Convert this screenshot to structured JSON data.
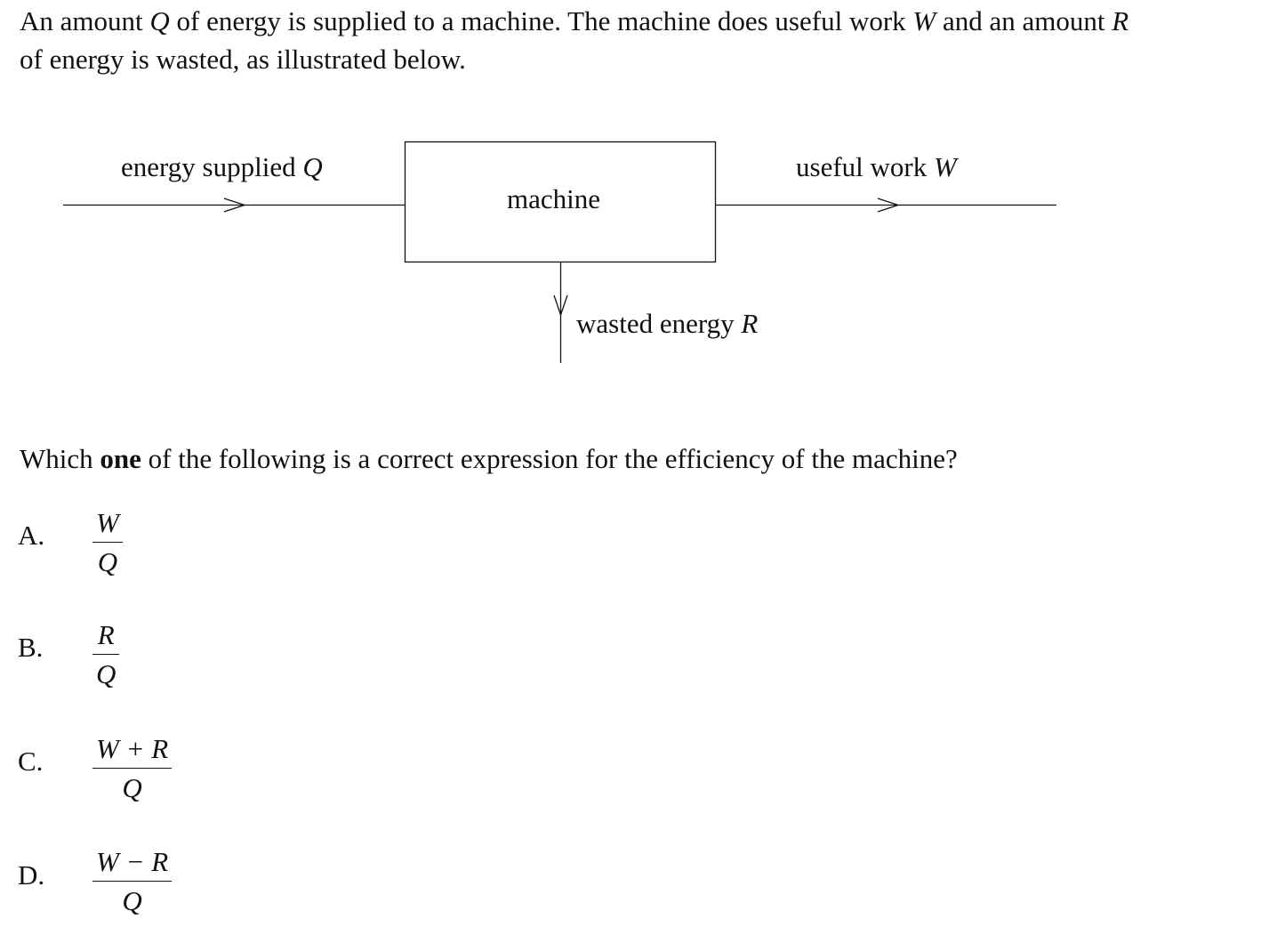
{
  "intro": {
    "line1_a": "An amount ",
    "Q": "Q",
    "line1_b": " of energy is supplied to a machine.  The machine does useful work ",
    "W": "W",
    "line1_c": " and an amount ",
    "R": "R",
    "line2": "of energy is wasted, as illustrated below."
  },
  "diagram": {
    "input_label": "energy supplied ",
    "input_var": "Q",
    "box_label": "machine",
    "output_label": "useful work ",
    "output_var": "W",
    "waste_label": "wasted energy ",
    "waste_var": "R"
  },
  "question": {
    "a": "Which ",
    "bold": "one",
    "b": " of the following is a correct expression for the efficiency of the machine?"
  },
  "options": [
    {
      "letter": "A.",
      "num": "W",
      "den": "Q"
    },
    {
      "letter": "B.",
      "num": "R",
      "den": "Q"
    },
    {
      "letter": "C.",
      "num": "W + R",
      "den": "Q"
    },
    {
      "letter": "D.",
      "num": "W − R",
      "den": "Q"
    }
  ]
}
